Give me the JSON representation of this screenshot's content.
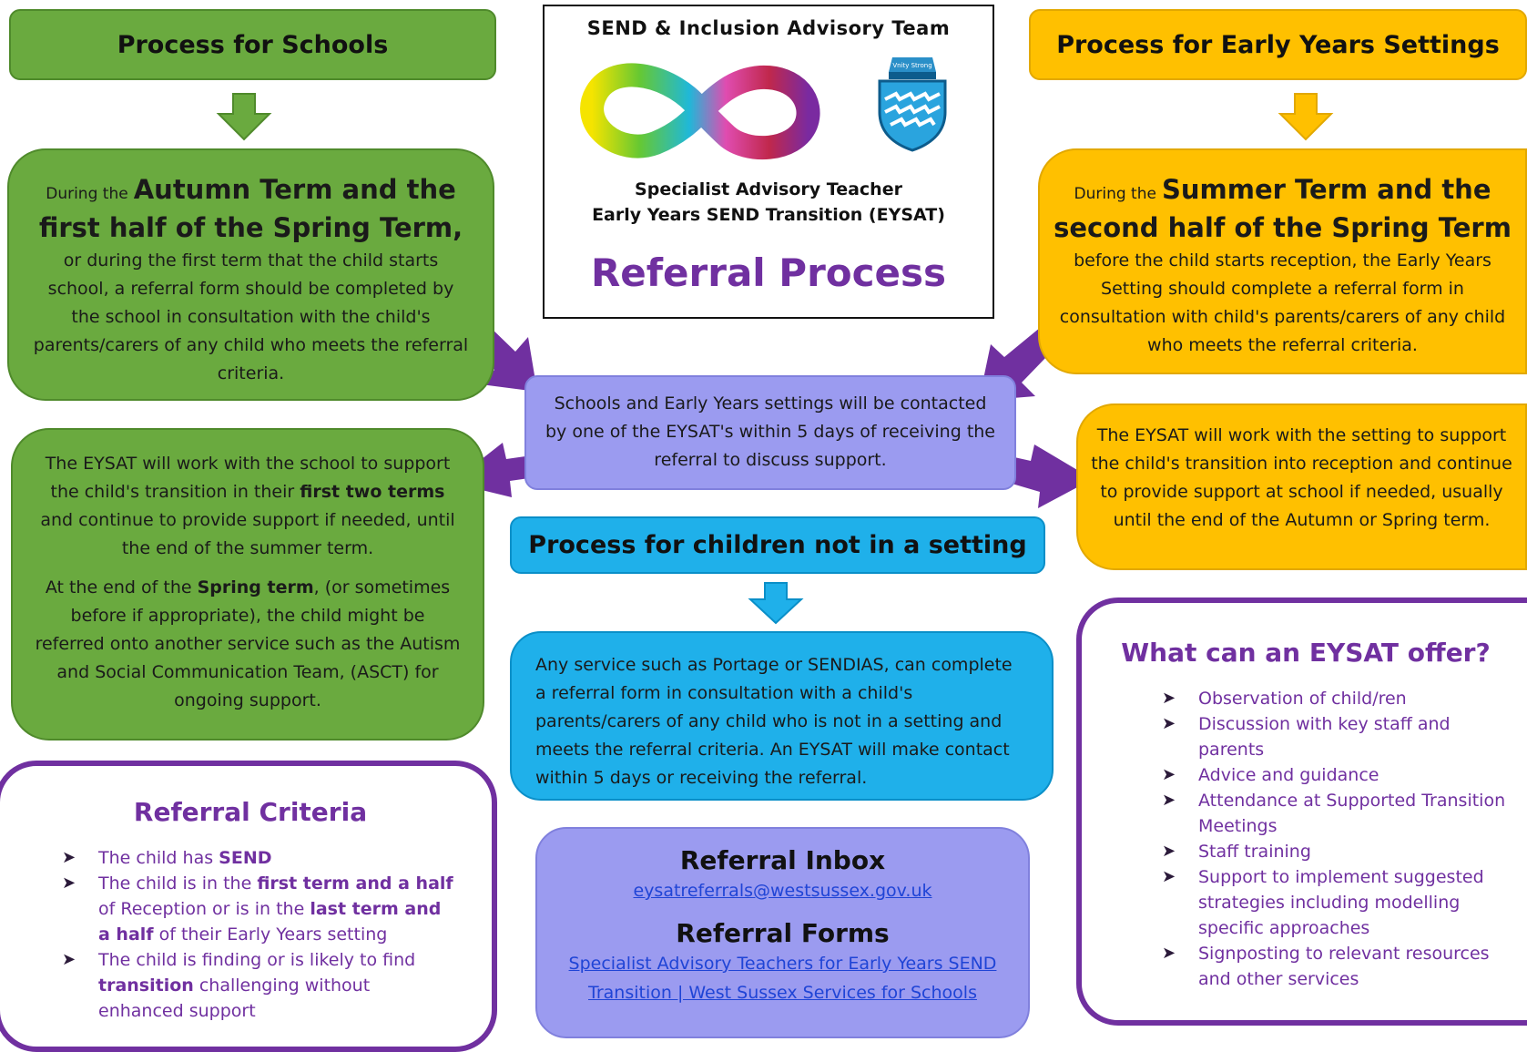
{
  "colors": {
    "green": "#6aaa3f",
    "yellow": "#ffc000",
    "blue": "#1fb0ea",
    "lavender": "#9b9bf0",
    "purple": "#7030a0",
    "link": "#1f44d6"
  },
  "schools": {
    "header": "Process for Schools",
    "box1": {
      "pre": "During the",
      "bold": "Autumn Term and the first half of the Spring Term,",
      "or": "or",
      "body": "during the first term that the child starts school, a referral form should be completed by the school in consultation with the child's parents/carers of any child who meets the referral criteria."
    },
    "box2": {
      "p1a": "The EYSAT will work with the school to support the child's transition in their",
      "p1b": "first two terms",
      "p1c": "and continue to provide support if needed, until the end of the summer term.",
      "p2a": "At the end of the",
      "p2b": "Spring term",
      "p2c": ", (or sometimes before if appropriate), the child might be referred onto another service such as the Autism and Social Communication Team, (ASCT) for ongoing support."
    }
  },
  "center": {
    "team_title": "SEND & Inclusion Advisory Team",
    "logo": "infinity-logo",
    "crest": "west-sussex-crest-icon",
    "crest_motto": "Vnity Strong",
    "role_line1": "Specialist Advisory Teacher",
    "role_line2": "Early Years SEND Transition (EYSAT)",
    "main_title": "Referral Process",
    "contact_box": "Schools and Early Years settings will be contacted by one of the EYSAT's within 5 days of receiving the referral to discuss support."
  },
  "early_years": {
    "header": "Process for Early Years Settings",
    "box1": {
      "pre": "During the",
      "bold": "Summer Term and the second half of the Spring Term",
      "body": "before the child starts reception, the Early Years Setting should complete a referral form in consultation with child's parents/carers of any child who meets the referral criteria."
    },
    "box2": "The EYSAT will work with the setting to support the child's transition into reception and continue to provide support at school if needed, usually until the end of the Autumn or Spring term."
  },
  "not_in_setting": {
    "header": "Process for children not in a setting",
    "body": "Any service such as Portage or SENDIAS, can complete a referral form in consultation with a child's parents/carers of any child who is not in a setting and meets the referral criteria.  An EYSAT will make contact within 5 days or receiving the referral."
  },
  "criteria": {
    "title": "Referral Criteria",
    "i1a": "The child has",
    "i1b": "SEND",
    "i2a": "The child is in the",
    "i2b": "first term and a half",
    "i2c": "of Reception or is in the",
    "i2d": "last term and a half",
    "i2e": "of their Early Years setting",
    "i3a": "The child is finding or is likely to find",
    "i3b": "transition",
    "i3c": "challenging without enhanced support"
  },
  "inbox": {
    "title": "Referral Inbox",
    "email": "eysatreferrals@westsussex.gov.uk",
    "forms_title": "Referral Forms",
    "forms_link": "Specialist Advisory Teachers for Early Years SEND Transition | West Sussex Services for Schools"
  },
  "offer": {
    "title": "What can an EYSAT offer?",
    "items": [
      "Observation of child/ren",
      "Discussion with key staff and parents",
      "Advice and guidance",
      "Attendance at Supported Transition Meetings",
      "Staff training",
      "Support to implement suggested strategies including modelling specific approaches",
      "Signposting to relevant resources and other services"
    ]
  }
}
